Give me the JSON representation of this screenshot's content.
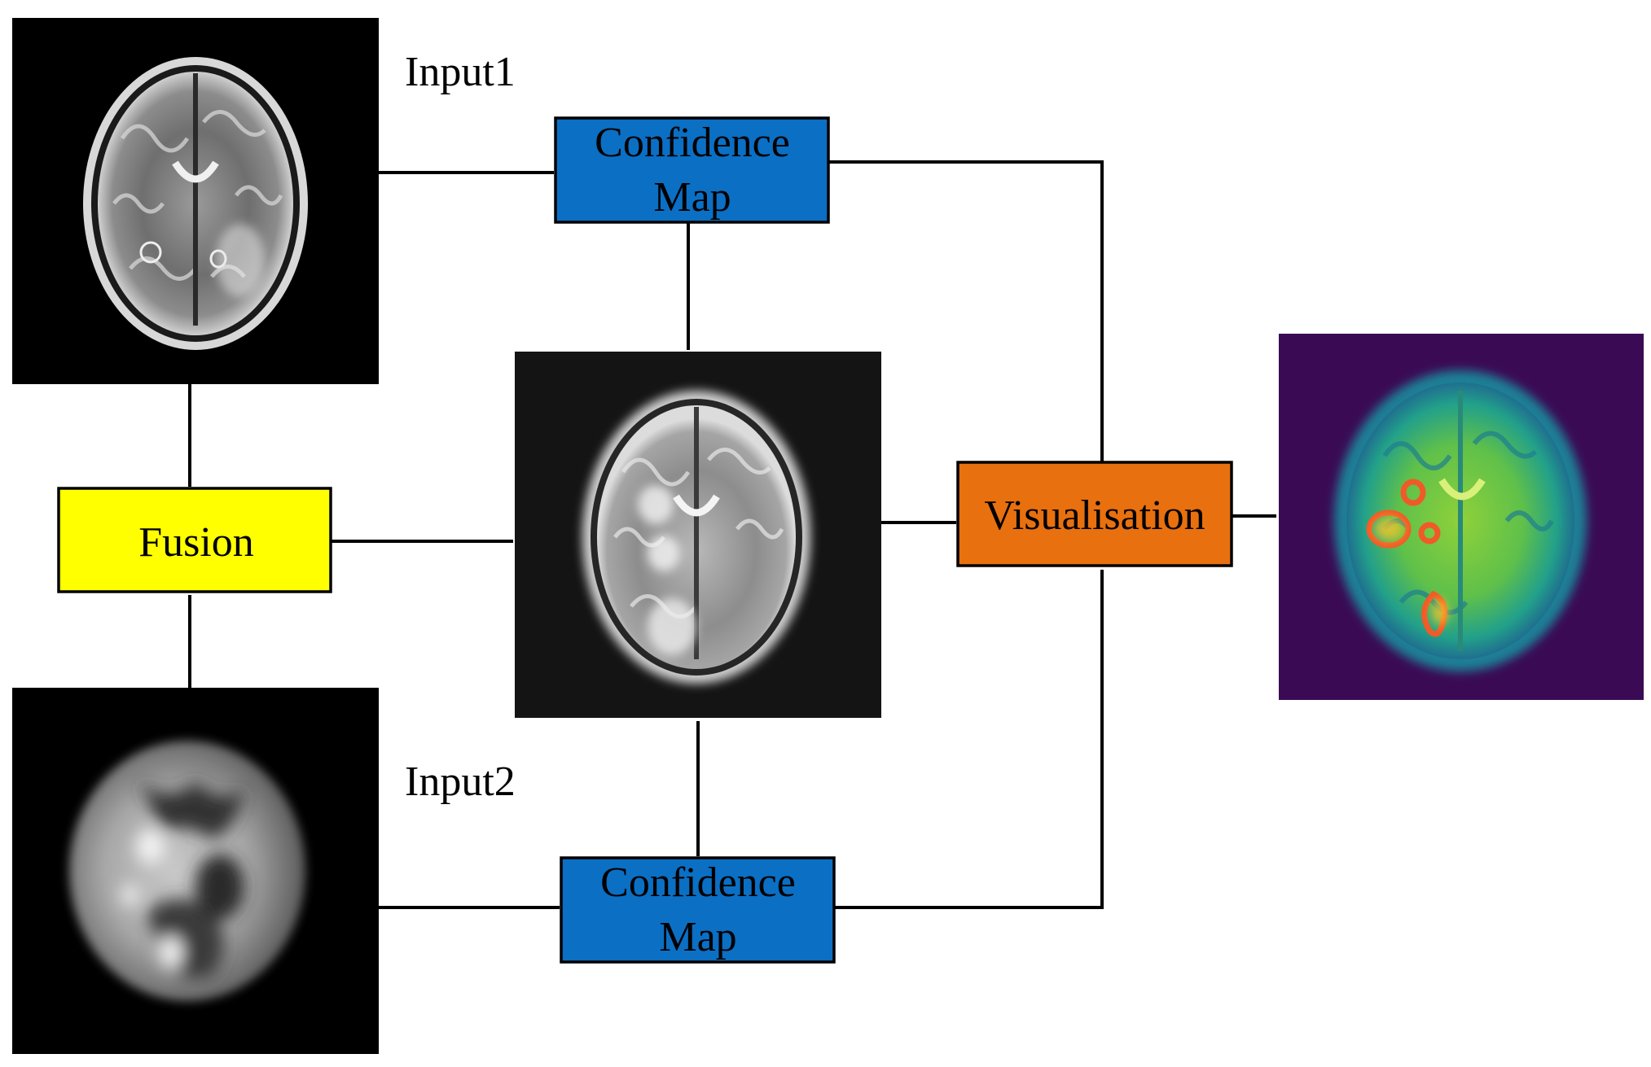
{
  "labels": {
    "input1": "Input1",
    "input2": "Input2"
  },
  "boxes": {
    "confidence_map_top": {
      "line1": "Confidence",
      "line2": "Map",
      "color": "#0b6fc4"
    },
    "confidence_map_bottom": {
      "line1": "Confidence",
      "line2": "Map",
      "color": "#0b6fc4"
    },
    "fusion": {
      "label": "Fusion",
      "color": "#ffff00"
    },
    "visualisation": {
      "label": "Visualisation",
      "color": "#e8700f"
    }
  },
  "images": {
    "input1": "t2-weighted-mri-brain-scan",
    "input2": "pet-brain-scan",
    "fused": "fused-mri-brain-scan",
    "output": "color-mapped-brain-visualisation"
  },
  "colors": {
    "line": "#000000",
    "output_background": "#3b0a55"
  }
}
